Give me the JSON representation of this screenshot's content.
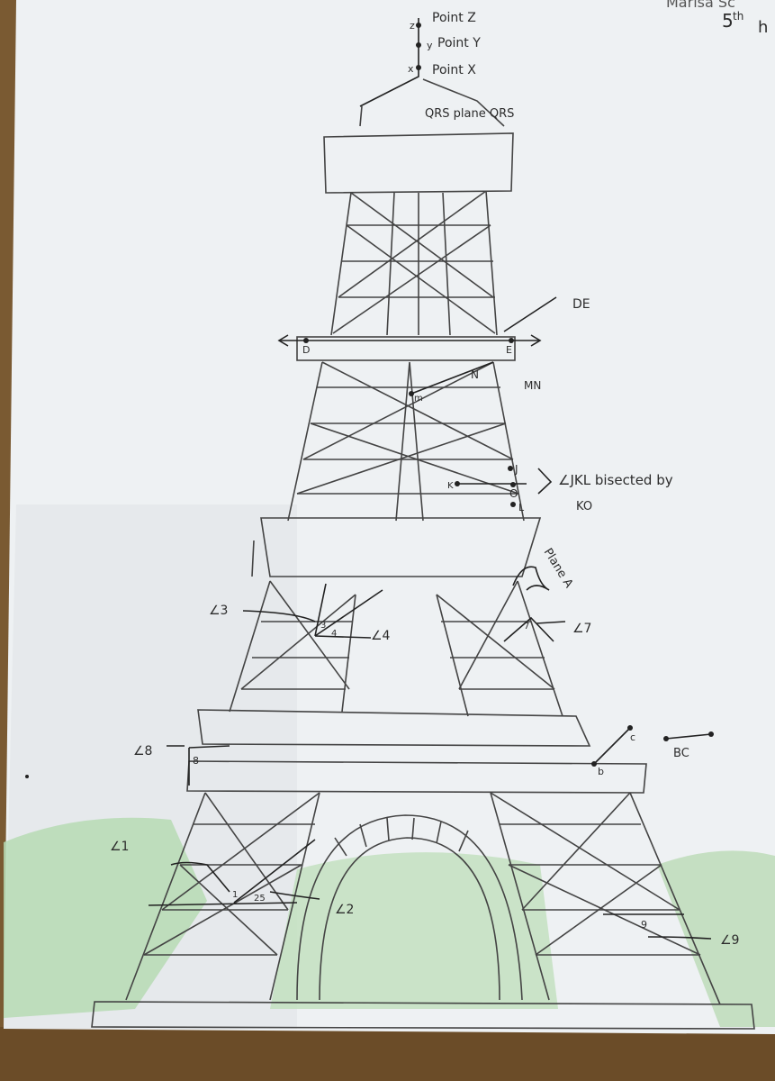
{
  "photo": {
    "corner_text_1": "5",
    "corner_text_2": "th",
    "corner_text_3": "h",
    "corner_scribble": "Marisa Sc"
  },
  "labels": {
    "point_z": "Point Z",
    "point_y": "Point Y",
    "point_x": "Point X",
    "z_letter": "z",
    "y_letter": "y",
    "x_letter": "x",
    "plane_qrs": "QRS plane QRS",
    "line_de": "DE",
    "d": "D",
    "e": "E",
    "n": "N",
    "m": "m",
    "ray_mn": "MN",
    "j": "J",
    "k": "K",
    "o": "O",
    "l": "L",
    "bisect_1": "∠JKL bisected by",
    "bisect_2": "KO",
    "plane_a": "Plane A",
    "angle_3": "∠3",
    "angle_4": "∠4",
    "num_3": "3",
    "num_4": "4",
    "angle_7": "∠7",
    "num_7": "7",
    "angle_8": "∠8",
    "num_8": "8",
    "c": "c",
    "b": "b",
    "seg_bc": "BC",
    "angle_1": "∠1",
    "angle_2": "∠2",
    "num_1": "1",
    "num_2": "25",
    "angle_9": "∠9",
    "num_9": "9"
  },
  "colors": {
    "paper": "#eef1f3",
    "pencil": "#3a3a3a",
    "grass": "#a9d2a8",
    "wood": "#7a5a32"
  }
}
